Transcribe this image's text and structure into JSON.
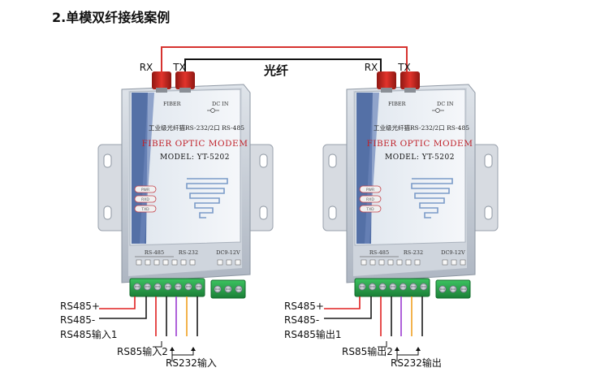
{
  "title": "2.单模双纤接线案例",
  "fiber_label": "光纤",
  "colors": {
    "fiber_red": "#d6332f",
    "fiber_black": "#111111",
    "device_body": "#c9cfd8",
    "faceplate": "#e8edf3",
    "brand_blue": "#3b5a99",
    "terminal_green": "#27a24a",
    "wire_red": "#e02020",
    "wire_purple": "#9b3bd1",
    "wire_orange": "#f0a020",
    "wire_black": "#1a1a1a"
  },
  "devices": [
    {
      "port_rx": "RX",
      "port_tx": "TX",
      "fiber_label": "FIBER",
      "dc_label": "DC IN",
      "subtitle": "工业级光纤猫RS-232/2口 RS-485",
      "brand": "FIBER OPTIC MODEM",
      "model": "MODEL: YT-5202",
      "leds": [
        "PWR",
        "RXD",
        "TXD"
      ],
      "group_485": "RS-485",
      "group_232": "RS-232",
      "group_dc": "DC9-12V",
      "wire_labels": [
        "RS485+",
        "RS485-",
        "RS485输入1",
        "RS85输入2",
        "RS232输入"
      ]
    },
    {
      "port_rx": "RX",
      "port_tx": "TX",
      "fiber_label": "FIBER",
      "dc_label": "DC IN",
      "subtitle": "工业级光纤猫RS-232/2口 RS-485",
      "brand": "FIBER OPTIC MODEM",
      "model": "MODEL: YT-5202",
      "leds": [
        "PWR",
        "RXD",
        "TXD"
      ],
      "group_485": "RS-485",
      "group_232": "RS-232",
      "group_dc": "DC9-12V",
      "wire_labels": [
        "RS485+",
        "RS485-",
        "RS485输出1",
        "RS85输出2",
        "RS232输出"
      ]
    }
  ]
}
